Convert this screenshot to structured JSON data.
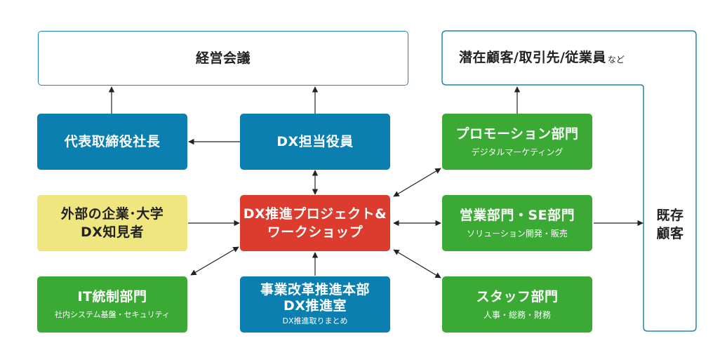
{
  "colors": {
    "blue": "#0a7fb0",
    "green": "#3aaa35",
    "red": "#dc3c2e",
    "yellow": "#efe680",
    "outline": "#1e82b0",
    "arrow": "#222222"
  },
  "boxes": {
    "management_meeting": "経営会議",
    "potential_main": "潜在顧客/取引先/従業員",
    "potential_suffix": "など",
    "existing_line1": "既存",
    "existing_line2": "顧客",
    "ceo": "代表取締役社長",
    "dx_officer": "DX担当役員",
    "promotion_title": "プロモーション部門",
    "promotion_sub": "デジタルマーケティング",
    "external_line1": "外部の企業･大学",
    "external_line2": "DX知見者",
    "dx_project_line1": "DX推進プロジェクト&",
    "dx_project_line2": "ワークショップ",
    "sales_title": "営業部門・SE部門",
    "sales_sub": "ソリューション開発・販売",
    "it_title": "IT統制部門",
    "it_sub": "社内システム基盤・セキュリティ",
    "reform_line1": "事業改革推進本部",
    "reform_line2": "DX推進室",
    "reform_sub": "DX推進取りまとめ",
    "staff_title": "スタッフ部門",
    "staff_sub": "人事・総務・財務"
  }
}
